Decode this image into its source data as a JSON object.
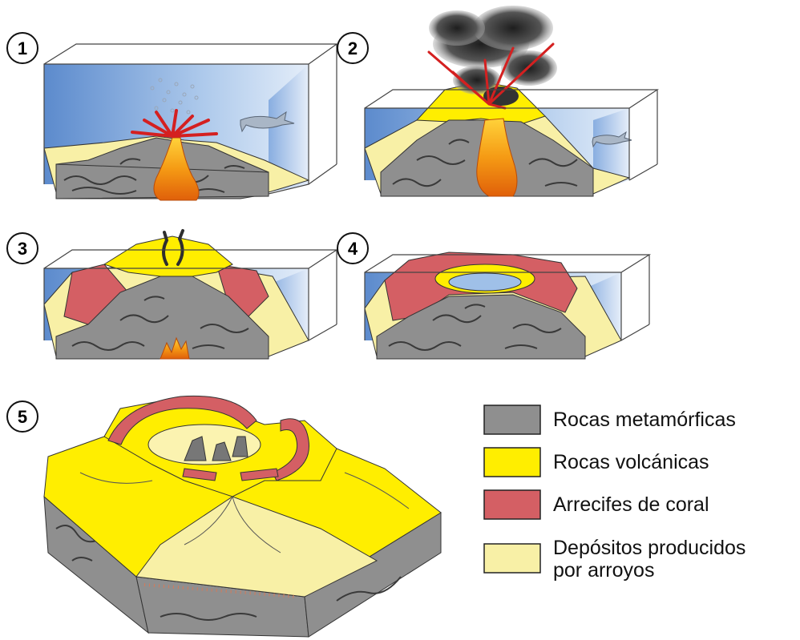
{
  "steps": [
    {
      "label": "1"
    },
    {
      "label": "2"
    },
    {
      "label": "3"
    },
    {
      "label": "4"
    },
    {
      "label": "5"
    }
  ],
  "legend": [
    {
      "label": "Rocas metamórficas",
      "color": "#8f8f8f"
    },
    {
      "label": "Rocas volcánicas",
      "color": "#ffee00"
    },
    {
      "label": "Arrecifes de coral",
      "color": "#d45f64"
    },
    {
      "label": "Depósitos producidos",
      "label2": "por arroyos",
      "color": "#f8f0a6"
    }
  ],
  "colors": {
    "water": "#4f86cf",
    "lava": "#f08a10",
    "ash": "#2e2e2e",
    "ejecta": "#d42020"
  }
}
